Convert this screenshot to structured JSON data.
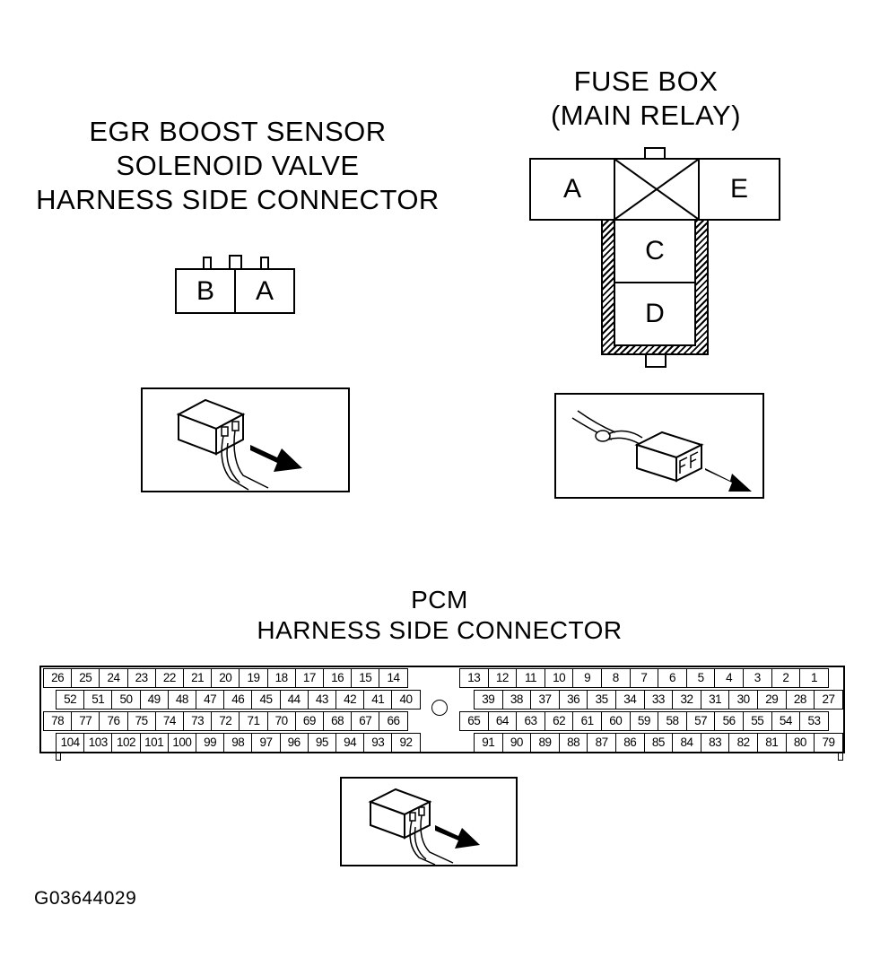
{
  "egr_connector": {
    "title_lines": [
      "EGR BOOST SENSOR",
      "SOLENOID VALVE",
      "HARNESS SIDE CONNECTOR"
    ],
    "terminals": [
      "B",
      "A"
    ]
  },
  "fuse_box": {
    "title_lines": [
      "FUSE BOX",
      "(MAIN RELAY)"
    ],
    "terminals": [
      "A",
      "E",
      "C",
      "D"
    ]
  },
  "pcm_connector": {
    "title_lines": [
      "PCM",
      "HARNESS SIDE CONNECTOR"
    ],
    "rows": [
      {
        "left": [
          "26",
          "25",
          "24",
          "23",
          "22",
          "21",
          "20",
          "19",
          "18",
          "17",
          "16",
          "15",
          "14"
        ],
        "right": [
          "13",
          "12",
          "11",
          "10",
          "9",
          "8",
          "7",
          "6",
          "5",
          "4",
          "3",
          "2",
          "1"
        ]
      },
      {
        "left": [
          "52",
          "51",
          "50",
          "49",
          "48",
          "47",
          "46",
          "45",
          "44",
          "43",
          "42",
          "41",
          "40"
        ],
        "right": [
          "39",
          "38",
          "37",
          "36",
          "35",
          "34",
          "33",
          "32",
          "31",
          "30",
          "29",
          "28",
          "27"
        ]
      },
      {
        "left": [
          "78",
          "77",
          "76",
          "75",
          "74",
          "73",
          "72",
          "71",
          "70",
          "69",
          "68",
          "67",
          "66"
        ],
        "right": [
          "65",
          "64",
          "63",
          "62",
          "61",
          "60",
          "59",
          "58",
          "57",
          "56",
          "55",
          "54",
          "53"
        ]
      },
      {
        "left": [
          "104",
          "103",
          "102",
          "101",
          "100",
          "99",
          "98",
          "97",
          "96",
          "95",
          "94",
          "93",
          "92"
        ],
        "right": [
          "91",
          "90",
          "89",
          "88",
          "87",
          "86",
          "85",
          "84",
          "83",
          "82",
          "81",
          "80",
          "79"
        ]
      }
    ]
  },
  "figure_code": "G03644029"
}
